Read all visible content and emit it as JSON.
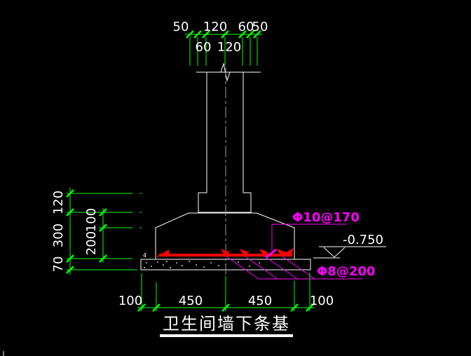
{
  "drawing_title": "卫生间墙下条基",
  "dimensions": {
    "top_row1": [
      "50",
      "120",
      "60",
      "50"
    ],
    "top_row2": [
      "60",
      "120"
    ],
    "left_outer": [
      "120",
      "300",
      "70"
    ],
    "left_inner": [
      "100",
      "200"
    ],
    "bottom": [
      "100",
      "450",
      "450",
      "100"
    ]
  },
  "rebar_labels": {
    "top_bar": "Φ10@170",
    "distribution_bar": "Φ8@200"
  },
  "elevation_label": "-0.750",
  "stray_mark": "4",
  "colors": {
    "background": "#000000",
    "drawing_line": "#ffffff",
    "dimension": "#00ff00",
    "main_rebar": "#ff0000",
    "rebar_annotation": "#ff00ff",
    "centerline": "#9d9d9d"
  }
}
